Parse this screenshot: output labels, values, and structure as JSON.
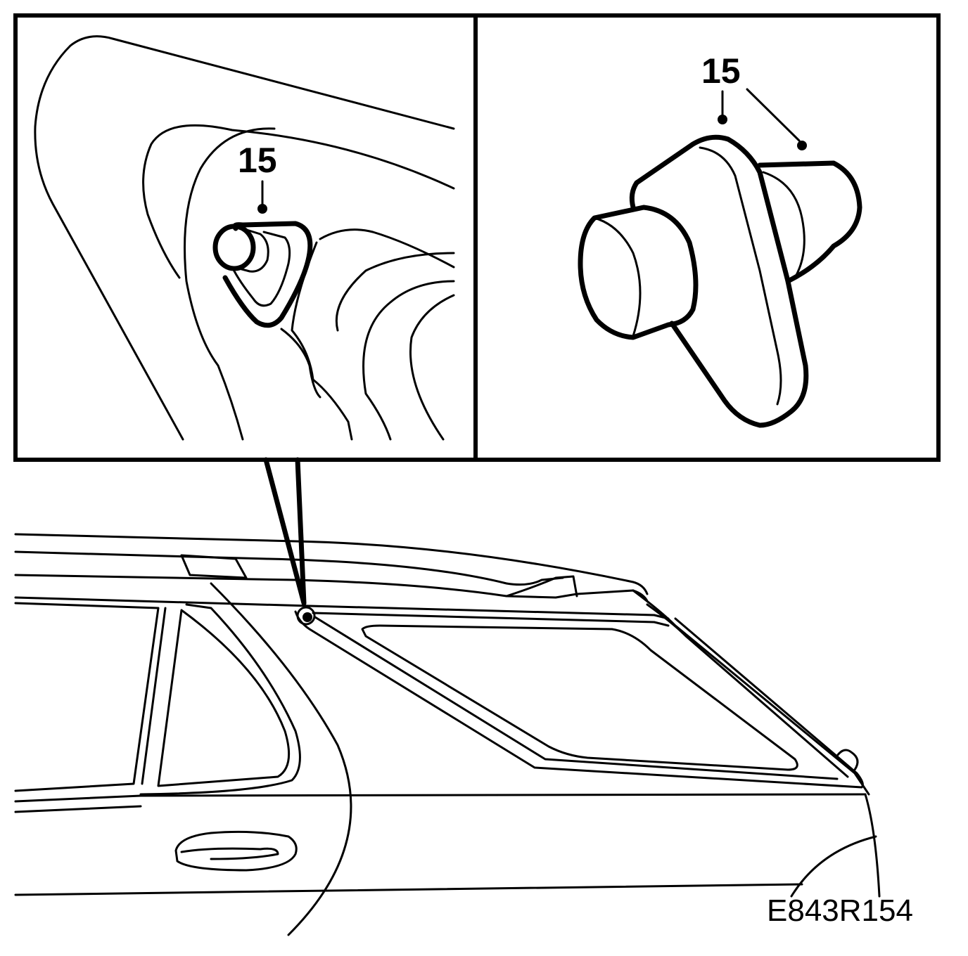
{
  "inset_left": {
    "callout": "15"
  },
  "inset_right": {
    "callout": "15"
  },
  "overview": {
    "reference_code": "E843R154"
  }
}
